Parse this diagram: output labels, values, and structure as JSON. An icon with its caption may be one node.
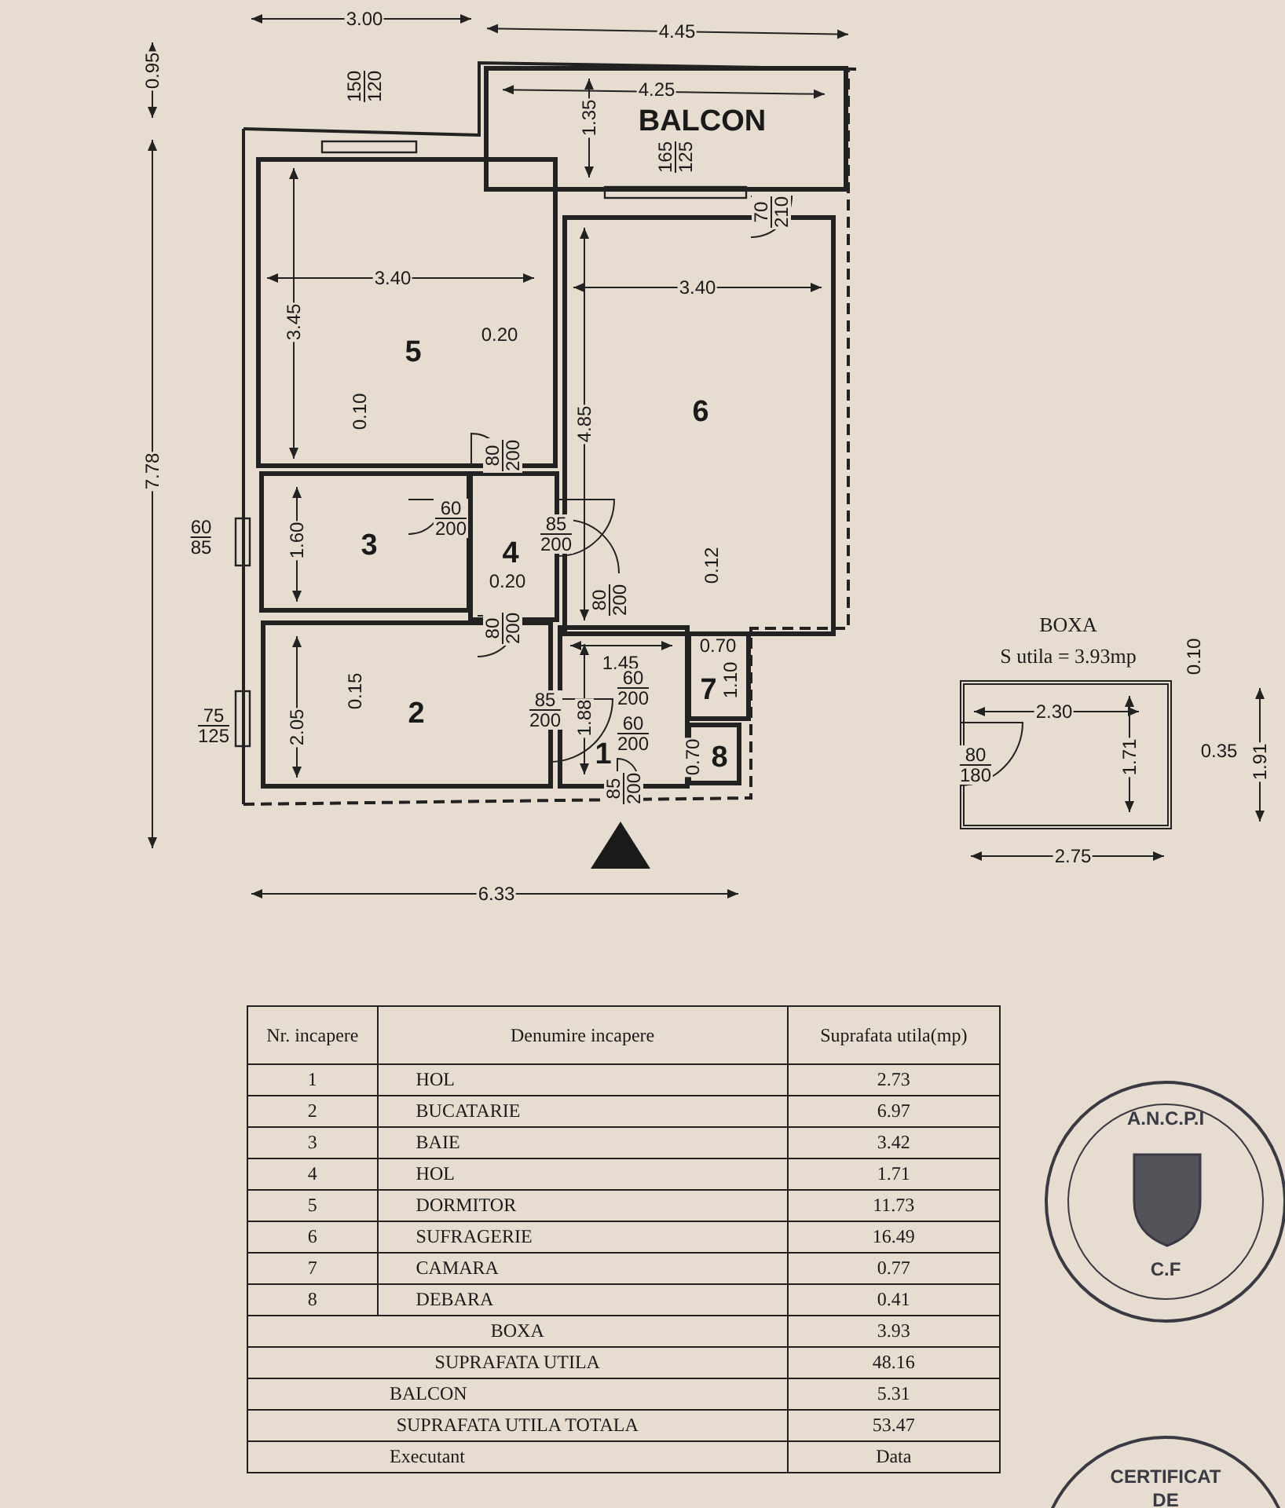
{
  "diagram": {
    "nodes": [
      {
        "text": [
          "BALCON"
        ]
      },
      {
        "text": [
          "5"
        ]
      },
      {
        "text": [
          "6"
        ]
      },
      {
        "text": [
          "3"
        ]
      },
      {
        "text": [
          "4"
        ]
      },
      {
        "text": [
          "1"
        ]
      },
      {
        "text": [
          "2"
        ]
      },
      {
        "text": [
          "7"
        ]
      },
      {
        "text": [
          "8"
        ]
      },
      {
        "text": [
          "BOXA",
          "S utila = 3.93mp"
        ]
      }
    ],
    "edges": [],
    "labels": [
      "3.00",
      "4.45",
      "0.95",
      "150 120",
      "4.25",
      "1.35",
      "165 125",
      "70 210",
      "3.40",
      "3.40",
      "3.45",
      "0.20",
      "0.10",
      "4.85",
      "7.78",
      "80 200",
      "60 85",
      "1.60",
      "60 200",
      "85 200",
      "0.12",
      "0.20",
      "80 200",
      "80 200",
      "1.45",
      "0.70",
      "0.15",
      "60 200",
      "1.10",
      "75 125",
      "2.05",
      "85 200",
      "1.88",
      "60 200",
      "0.70",
      "85 200",
      "6.33",
      "2.75",
      "0.10",
      "2.30",
      "80 180",
      "1.71",
      "0.35",
      "1.91",
      "Nr. incapere",
      "Denumire incapere",
      "Suprafata utila(mp)",
      "1",
      "HOL",
      "2.73",
      "2",
      "BUCATARIE",
      "6.97",
      "3",
      "BAIE",
      "3.42",
      "4",
      "HOL",
      "1.71",
      "5",
      "DORMITOR",
      "11.73",
      "6",
      "SUFRAGERIE",
      "16.49",
      "7",
      "CAMARA",
      "0.77",
      "8",
      "DEBARA",
      "0.41",
      "BOXA",
      "3.93",
      "SUPRAFATA UTILA",
      "48.16",
      "BALCON",
      "5.31",
      "SUPRAFATA UTILA TOTALA",
      "53.47",
      "Executant",
      "Data",
      "A.N.C.P.I",
      "C.F",
      "CERTIFICAT",
      "DE"
    ]
  }
}
